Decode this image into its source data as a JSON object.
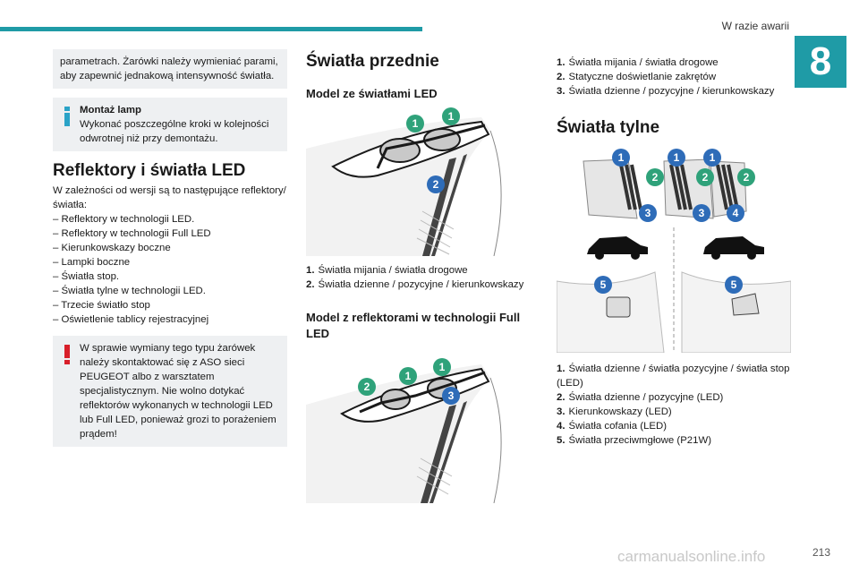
{
  "header": {
    "section": "W razie awarii",
    "chapter": "8",
    "page_number": "213"
  },
  "watermark": "carmanualsonline.info",
  "col1": {
    "intro_box": "parametrach. Żarówki należy wymieniać parami, aby zapewnić jednakową intensywność światła.",
    "info_box": {
      "title": "Montaż lamp",
      "text": "Wykonać poszczególne kroki w kolejności odwrotnej niż przy demontażu."
    },
    "heading": "Reflektory i światła LED",
    "lead": "W zależności od wersji są to następujące reflektory/ światła:",
    "items": [
      "– Reflektory w technologii LED.",
      "– Reflektory w technologii Full LED",
      "– Kierunkowskazy boczne",
      "– Lampki boczne",
      "– Światła stop.",
      "– Światła tylne w technologii LED.",
      "– Trzecie światło stop",
      "– Oświetlenie tablicy rejestracyjnej"
    ],
    "warning_box": "W sprawie wymiany tego typu żarówek należy skontaktować się z ASO sieci PEUGEOT albo z warsztatem specjalistycznym. Nie wolno dotykać reflektorów wykonanych w technologii LED lub Full LED, ponieważ grozi to porażeniem prądem!"
  },
  "col2": {
    "title": "Światła przednie",
    "model1": {
      "heading": "Model ze światłami LED",
      "badges": [
        "1",
        "1",
        "2"
      ],
      "legend": [
        {
          "num": "1.",
          "text": "Światła mijania / światła drogowe"
        },
        {
          "num": "2.",
          "text": "Światła dzienne / pozycyjne / kierunkowskazy"
        }
      ]
    },
    "model2": {
      "heading": "Model z reflektorami w technologii Full LED",
      "badges": [
        "1",
        "1",
        "2",
        "3"
      ]
    }
  },
  "col3": {
    "front_legend": [
      {
        "num": "1.",
        "text": "Światła mijania / światła drogowe"
      },
      {
        "num": "2.",
        "text": "Statyczne doświetlanie zakrętów"
      },
      {
        "num": "3.",
        "text": "Światła dzienne / pozycyjne / kierunkowskazy"
      }
    ],
    "title": "Światła tylne",
    "rear_badges": [
      "1",
      "1",
      "1",
      "2",
      "2",
      "2",
      "3",
      "3",
      "4",
      "5",
      "5"
    ],
    "rear_legend": [
      {
        "num": "1.",
        "text": "Światła dzienne / światła pozycyjne / światła stop (LED)"
      },
      {
        "num": "2.",
        "text": "Światła dzienne / pozycyjne (LED)"
      },
      {
        "num": "3.",
        "text": "Kierunkowskazy (LED)"
      },
      {
        "num": "4.",
        "text": "Światła cofania (LED)"
      },
      {
        "num": "5.",
        "text": "Światła przeciwmgłowe (P21W)"
      }
    ]
  }
}
